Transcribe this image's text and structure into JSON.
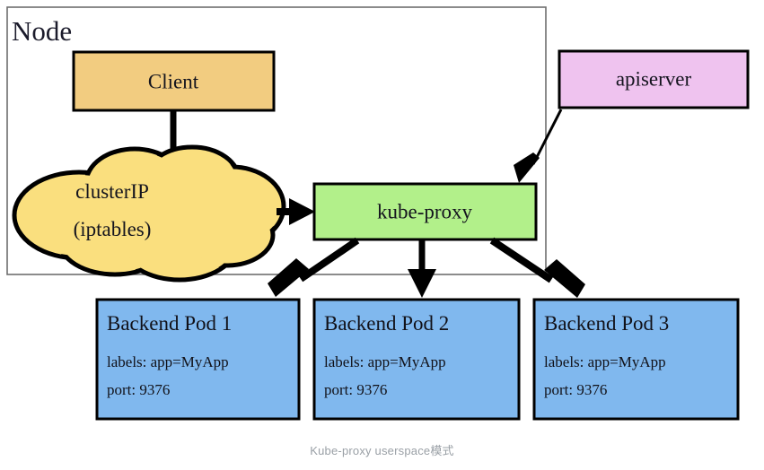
{
  "diagram": {
    "title": "Kube-proxy userspace",
    "node_group": {
      "label": "Node"
    },
    "boxes": {
      "client": {
        "label": "Client",
        "color": "#f2cc80"
      },
      "kube_proxy": {
        "label": "kube-proxy",
        "color": "#b2f08a"
      },
      "apiserver": {
        "label": "apiserver",
        "color": "#efc3ef"
      }
    },
    "cloud": {
      "line1": "clusterIP",
      "line2": "(iptables)",
      "color": "#fadf7e"
    },
    "pods": [
      {
        "title": "Backend Pod 1",
        "labels": "labels: app=MyApp",
        "port": "port: 9376",
        "color": "#80b8ee"
      },
      {
        "title": "Backend Pod 2",
        "labels": "labels: app=MyApp",
        "port": "port: 9376",
        "color": "#80b8ee"
      },
      {
        "title": "Backend Pod 3",
        "labels": "labels: app=MyApp",
        "port": "port: 9376",
        "color": "#80b8ee"
      }
    ],
    "caption": "Kube-proxy userspace模式",
    "colors": {
      "stroke": "#000000",
      "node_border": "#6e6e6e",
      "caption": "#9aa0a6",
      "background": "#ffffff"
    }
  }
}
